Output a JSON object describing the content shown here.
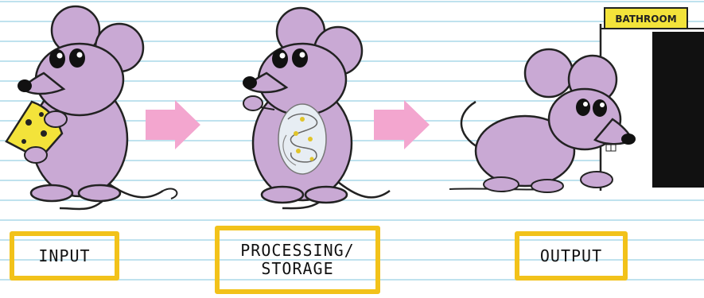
{
  "labels": {
    "input": "INPUT",
    "processing": "PROCESSING/\nSTORAGE",
    "output": "OUTPUT"
  },
  "sign": {
    "text": "BATHROOM"
  },
  "colors": {
    "mouse_fill": "#c9a9d4",
    "cheese": "#f3e33a",
    "arrow": "#f3a6cf",
    "box_border": "#f2c21a",
    "ruled_line": "#bfe2ee",
    "door": "#111111"
  },
  "icons": {
    "input_mouse": "mouse-eating-cheese-icon",
    "processing_mouse": "mouse-digesting-icon",
    "output_mouse": "mouse-to-bathroom-icon",
    "arrows": "right-arrow-icon"
  }
}
